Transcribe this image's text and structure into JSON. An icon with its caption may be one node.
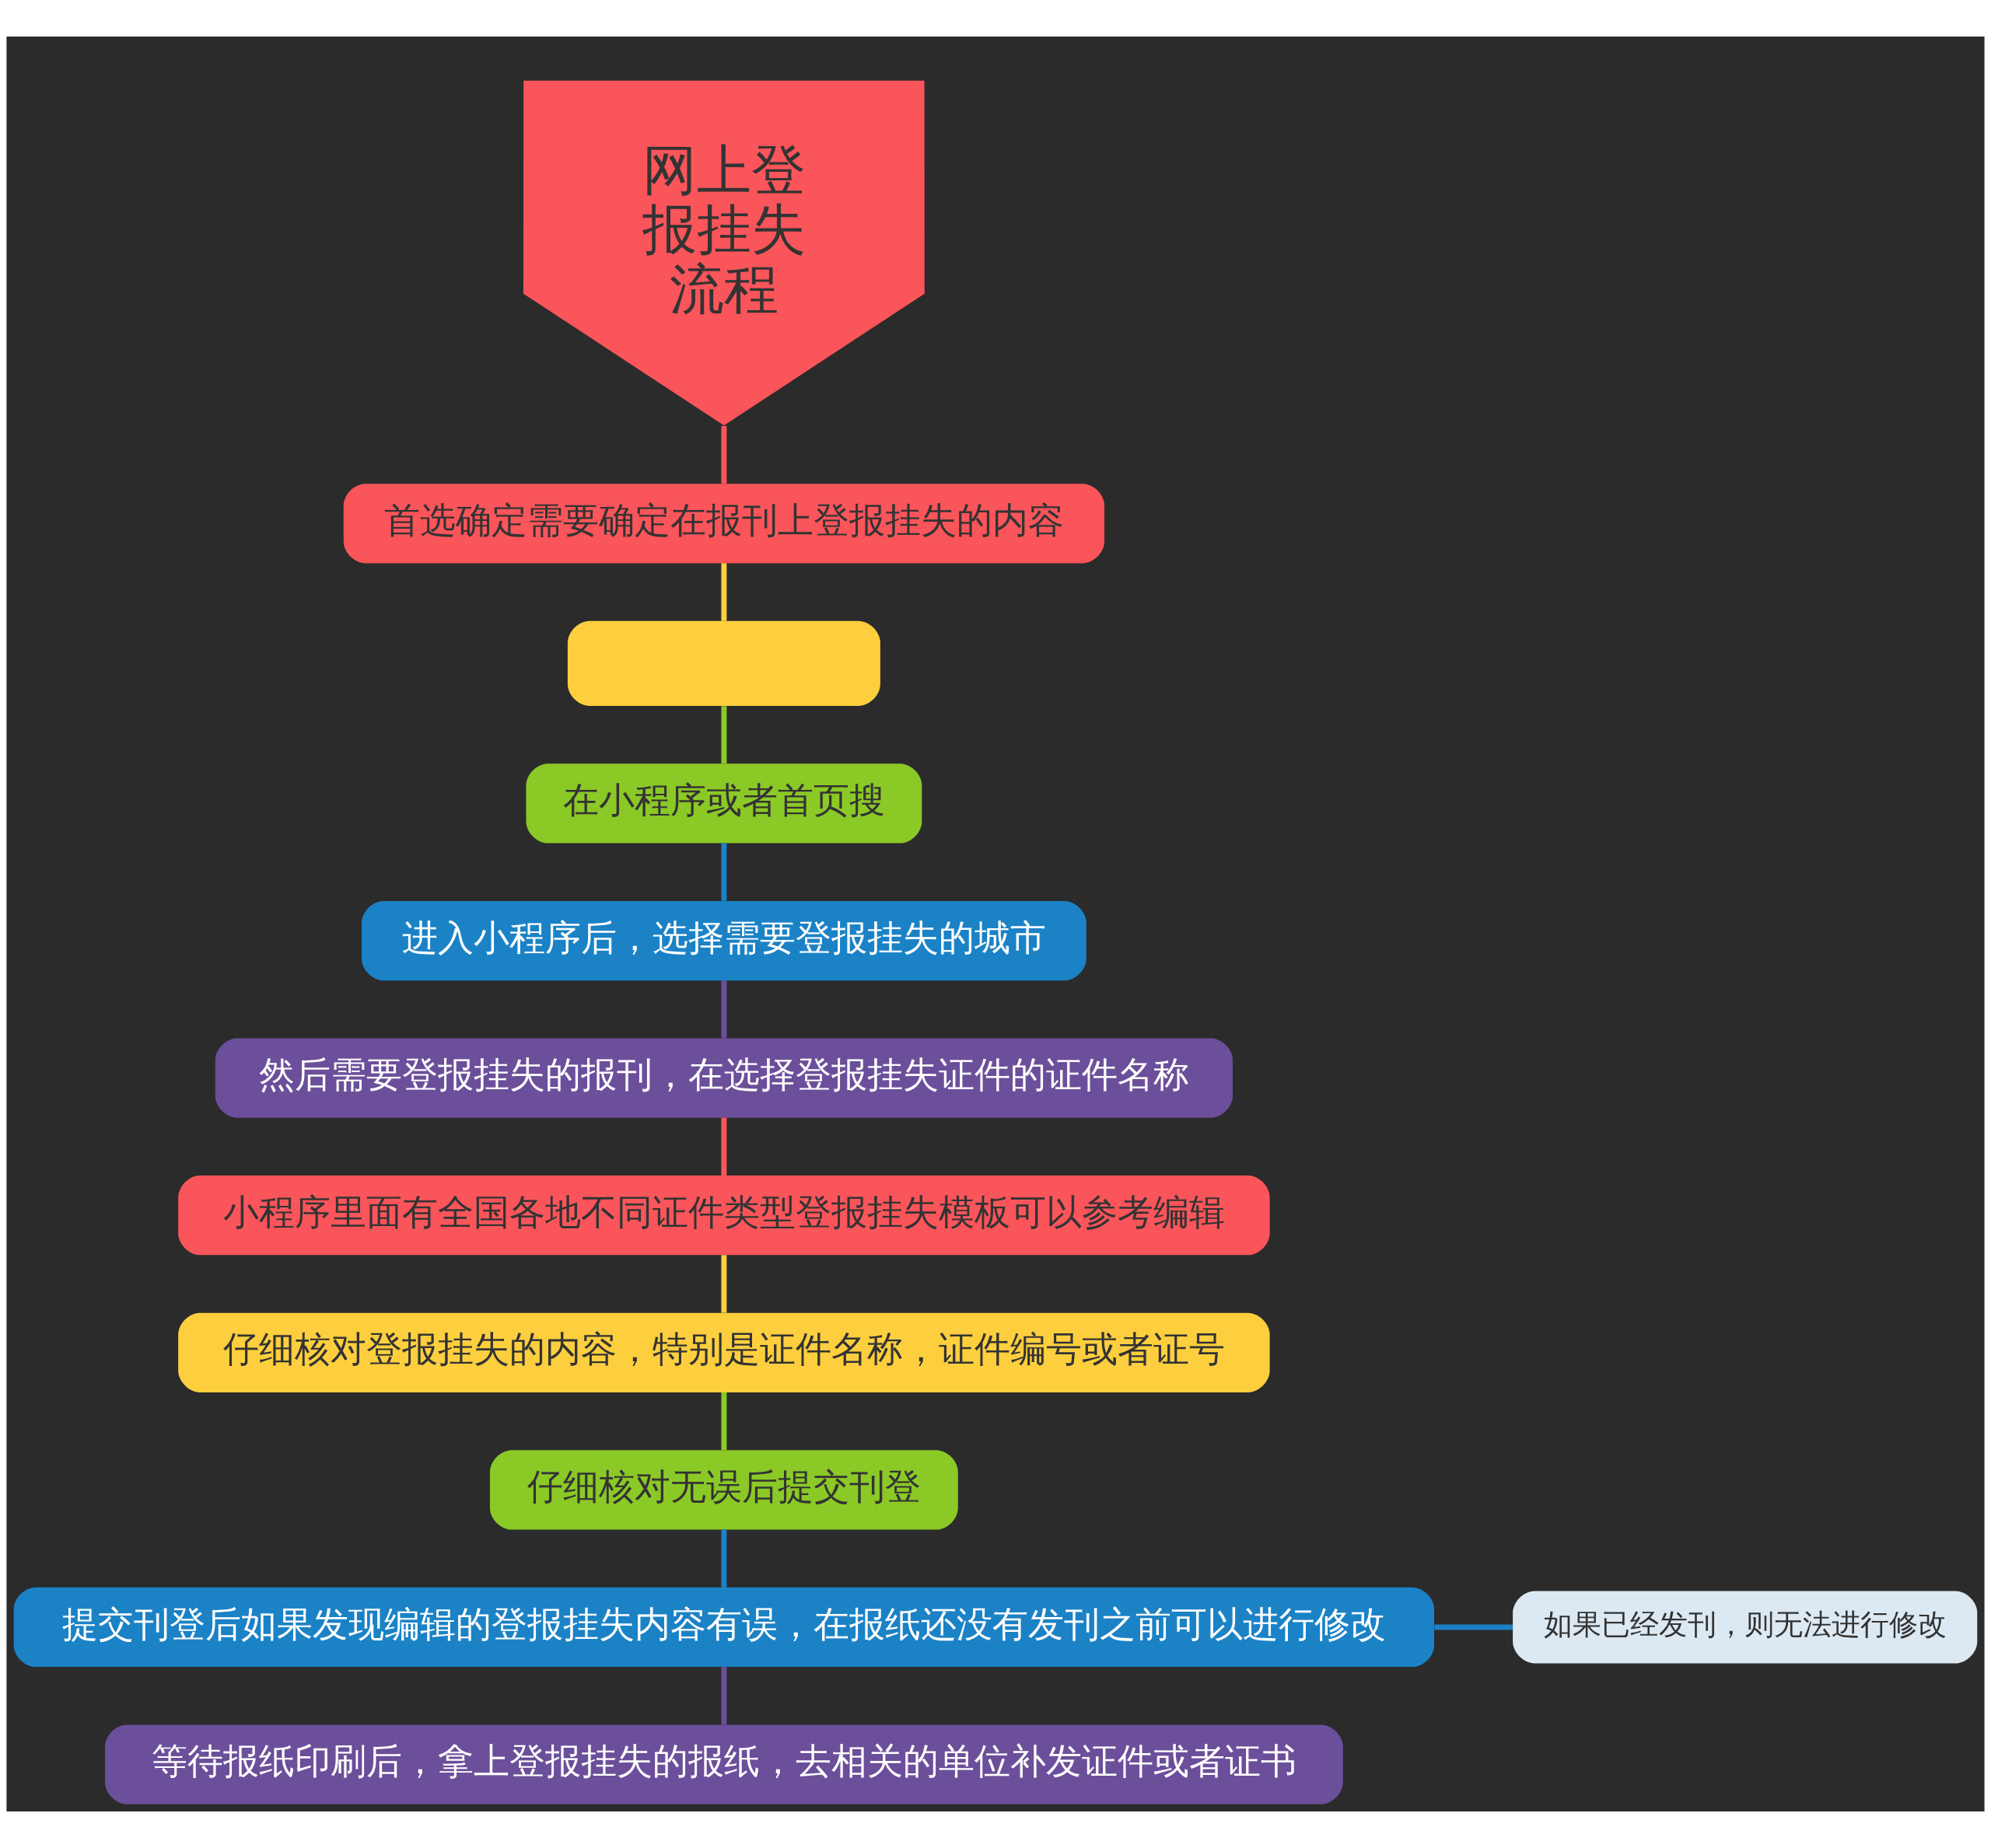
{
  "diagram": {
    "nodes": [
      {
        "text": [
          "网上登报挂失流程"
        ]
      },
      {
        "text": [
          "首选确定需要确定在报刊上登报挂失的内容"
        ]
      },
      {
        "text": [],
        "shape": "box"
      },
      {
        "text": [
          "在小程序或者首页搜"
        ]
      },
      {
        "text": [
          "进入小程序后，选择需要登报挂失的城市"
        ]
      },
      {
        "text": [
          "然后需要登报挂失的报刊，在选择登报挂失证件的证件名称"
        ]
      },
      {
        "text": [
          "小程序里面有全国各地不同证件类型登报挂失模板可以参考编辑"
        ]
      },
      {
        "text": [
          "仔细核对登报挂失的内容，特别是证件名称，证件编号或者证号"
        ]
      },
      {
        "text": [
          "仔细核对无误后提交刊登"
        ]
      },
      {
        "text": [
          "提交刊登后如果发现编辑的登报挂失内容有误，在报纸还没有发刊之前可以进行修改"
        ]
      },
      {
        "text": [
          "如果已经发刊，则无法进行修改"
        ]
      },
      {
        "text": [
          "等待报纸印刷后，拿上登报挂失的报纸，去相关的单位补发证件或者证书"
        ]
      }
    ],
    "edges": [
      {
        "from": 0,
        "to": 1,
        "arrow": "none",
        "color": "#f9555a"
      },
      {
        "from": 1,
        "to": 2,
        "arrow": "none",
        "color": "#fdcf3e"
      },
      {
        "from": 2,
        "to": 3,
        "arrow": "none",
        "color": "#8bc926"
      },
      {
        "from": 3,
        "to": 4,
        "arrow": "none",
        "color": "#1b82c6"
      },
      {
        "from": 4,
        "to": 5,
        "arrow": "none",
        "color": "#6b4f9a"
      },
      {
        "from": 5,
        "to": 6,
        "arrow": "none",
        "color": "#f9555a"
      },
      {
        "from": 6,
        "to": 7,
        "arrow": "none",
        "color": "#fdcf3e"
      },
      {
        "from": 7,
        "to": 8,
        "arrow": "none",
        "color": "#8bc926"
      },
      {
        "from": 8,
        "to": 9,
        "arrow": "none",
        "color": "#1b82c6"
      },
      {
        "from": 9,
        "to": 10,
        "arrow": "none",
        "color": "#1b82c6"
      },
      {
        "from": 9,
        "to": 11,
        "arrow": "none",
        "color": "#6b4f9a"
      }
    ]
  }
}
